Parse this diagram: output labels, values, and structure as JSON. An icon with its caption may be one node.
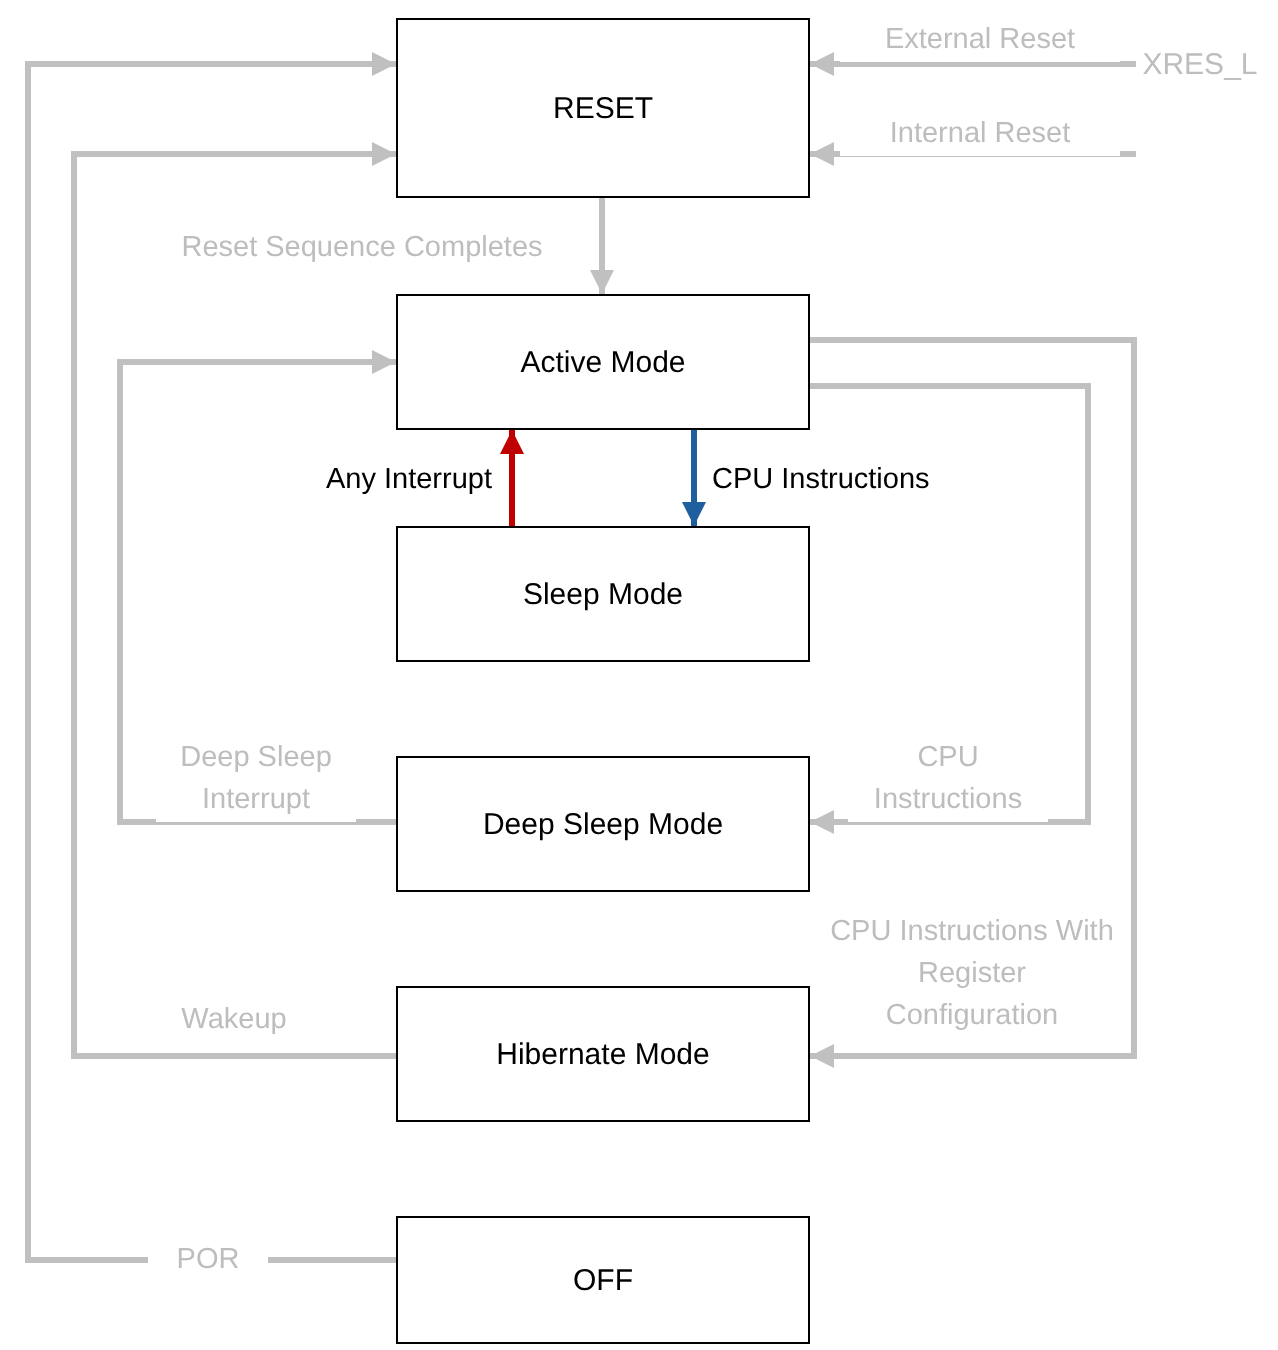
{
  "diagram": {
    "nodes": [
      {
        "text": [
          "RESET"
        ]
      },
      {
        "text": [
          "Active Mode"
        ]
      },
      {
        "text": [
          "Sleep Mode"
        ]
      },
      {
        "text": [
          "Deep Sleep Mode"
        ]
      },
      {
        "text": [
          "Hibernate Mode"
        ]
      },
      {
        "text": [
          "OFF"
        ]
      },
      {
        "text": [
          "XRES_L"
        ]
      }
    ],
    "edges": [
      {
        "from": 6,
        "to": 0,
        "arrow": "to",
        "label": "External Reset"
      },
      {
        "from": null,
        "to": 0,
        "arrow": "to",
        "label": "Internal Reset"
      },
      {
        "from": 0,
        "to": 1,
        "arrow": "to",
        "label": "Reset Sequence Completes"
      },
      {
        "from": 2,
        "to": 1,
        "arrow": "to",
        "label": "Any Interrupt",
        "color": "#c00000"
      },
      {
        "from": 1,
        "to": 2,
        "arrow": "to",
        "label": "CPU Instructions",
        "color": "#1f5f9f"
      },
      {
        "from": 3,
        "to": 1,
        "arrow": "to",
        "label": "Deep Sleep Interrupt"
      },
      {
        "from": 1,
        "to": 3,
        "arrow": "to",
        "label": "CPU Instructions"
      },
      {
        "from": 4,
        "to": 0,
        "arrow": "to",
        "label": "Wakeup"
      },
      {
        "from": 1,
        "to": 4,
        "arrow": "to",
        "label": "CPU Instructions With Register Configuration"
      },
      {
        "from": 5,
        "to": 0,
        "arrow": "to",
        "label": "POR"
      }
    ]
  }
}
